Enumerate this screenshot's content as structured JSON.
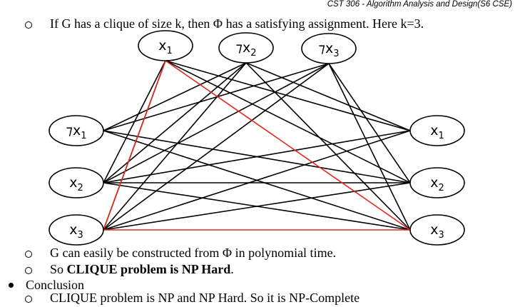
{
  "header": "CST 306 - Algorithm Analysis and Design(S6 CSE)",
  "lines": {
    "l1": "If G has a clique of size k, then Φ has a satisfying assignment. Here k=3.",
    "l2": "G can easily be constructed from Φ in polynomial time.",
    "l3_pre": "So ",
    "l3_bold": "CLIQUE problem is NP Hard",
    "l3_post": ".",
    "l4": "Conclusion",
    "l5": "CLIQUE problem is NP and NP Hard. So it is NP-Complete"
  },
  "graph": {
    "nodes": [
      {
        "id": "t1",
        "neg": false,
        "var": "x",
        "sub": "1"
      },
      {
        "id": "t2",
        "neg": true,
        "var": "x",
        "sub": "2"
      },
      {
        "id": "t3",
        "neg": true,
        "var": "x",
        "sub": "3"
      },
      {
        "id": "l1",
        "neg": true,
        "var": "x",
        "sub": "1"
      },
      {
        "id": "l2",
        "neg": false,
        "var": "x",
        "sub": "2"
      },
      {
        "id": "l3",
        "neg": false,
        "var": "x",
        "sub": "3"
      },
      {
        "id": "r1",
        "neg": false,
        "var": "x",
        "sub": "1"
      },
      {
        "id": "r2",
        "neg": false,
        "var": "x",
        "sub": "2"
      },
      {
        "id": "r3",
        "neg": false,
        "var": "x",
        "sub": "3"
      }
    ],
    "black_edges": [
      [
        "t1",
        "r1"
      ],
      [
        "t1",
        "r2"
      ],
      [
        "t1",
        "l2"
      ],
      [
        "t1",
        "l3"
      ],
      [
        "t2",
        "l1"
      ],
      [
        "t2",
        "l2"
      ],
      [
        "t2",
        "l3"
      ],
      [
        "t2",
        "r1"
      ],
      [
        "t2",
        "r3"
      ],
      [
        "t3",
        "l1"
      ],
      [
        "t3",
        "l2"
      ],
      [
        "t3",
        "l3"
      ],
      [
        "t3",
        "r3"
      ],
      [
        "t3",
        "r2"
      ],
      [
        "l1",
        "r2"
      ],
      [
        "l1",
        "r3"
      ],
      [
        "l2",
        "r1"
      ],
      [
        "l2",
        "r2"
      ],
      [
        "l2",
        "r3"
      ],
      [
        "l3",
        "r1"
      ],
      [
        "l3",
        "r2"
      ]
    ],
    "red_edges": [
      [
        "t1",
        "l3"
      ],
      [
        "t1",
        "r3"
      ],
      [
        "l3",
        "r3"
      ]
    ],
    "colors": {
      "black": "#000000",
      "red": "#e8251f"
    }
  }
}
